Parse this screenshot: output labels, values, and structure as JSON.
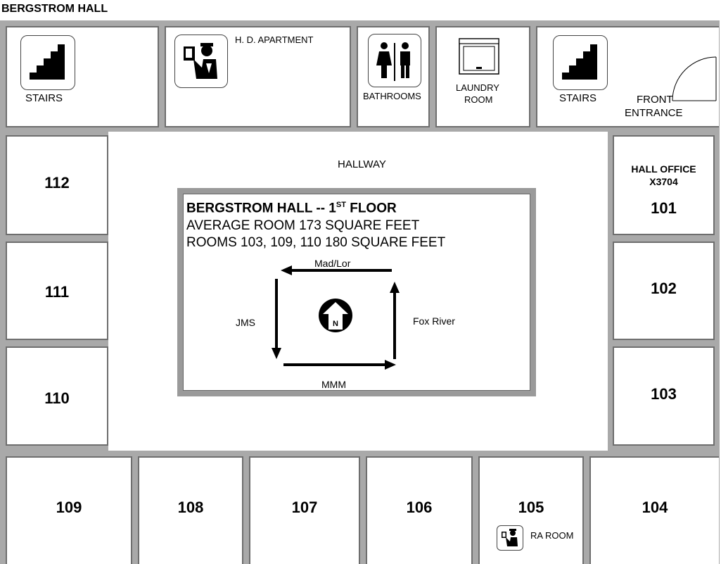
{
  "building_title": "BERGSTROM HALL",
  "top_rooms": {
    "stairs_left": "STAIRS",
    "hd_apartment": "H. D. APARTMENT",
    "bathrooms": "BATHROOMS",
    "laundry_line1": "LAUNDRY",
    "laundry_line2": "ROOM",
    "stairs_right": "STAIRS",
    "front_entrance_line1": "FRONT",
    "front_entrance_line2": "ENTRANCE"
  },
  "hallway": "HALLWAY",
  "left_rooms": [
    "112",
    "111",
    "110"
  ],
  "right_rooms": {
    "hall_office_line1": "HALL OFFICE",
    "hall_office_line2": "X3704",
    "r101": "101",
    "r102": "102",
    "r103": "103"
  },
  "bottom_rooms": [
    "109",
    "108",
    "107",
    "106",
    "105",
    "104"
  ],
  "ra_room": "RA ROOM",
  "legend": {
    "title_main": "BERGSTROM HALL -- 1",
    "title_sup": "ST",
    "title_end": " FLOOR",
    "line1": "AVERAGE ROOM 173 SQUARE FEET",
    "line2": "ROOMS 103, 109, 110  180 SQUARE FEET",
    "dir_top": "Mad/Lor",
    "dir_left": "JMS",
    "dir_right": "Fox River",
    "dir_bottom": "MMM",
    "compass_letter": "N"
  },
  "icons": [
    "stairs-icon",
    "hd-officer-icon",
    "restroom-icon",
    "washer-icon",
    "door-swing-icon",
    "compass-north-icon",
    "ra-officer-icon"
  ]
}
